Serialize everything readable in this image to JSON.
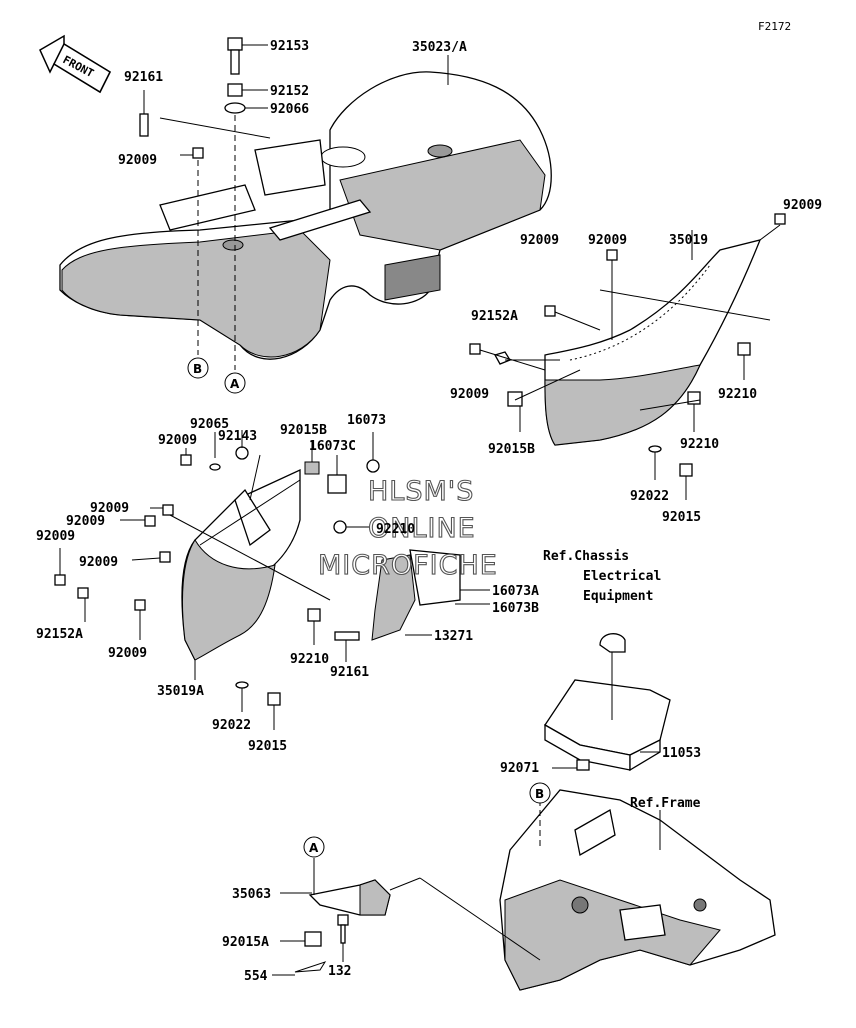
{
  "figure_code": "F2172",
  "direction_label": "FRONT",
  "watermark": [
    "HLSM'S",
    "ONLINE",
    "MICROFICHE"
  ],
  "ref_labels": {
    "chassis_electrical": [
      "Ref.Chassis",
      "Electrical",
      "Equipment"
    ],
    "frame": "Ref.Frame"
  },
  "callouts": {
    "A": "A",
    "B": "B"
  },
  "part_numbers": {
    "p92153": "92153",
    "p92152_top": "92152",
    "p92066": "92066",
    "p35023A": "35023/A",
    "p92161_top": "92161",
    "p92009_top": "92009",
    "p92009_r1": "92009",
    "p92009_r2": "92009",
    "p35019": "35019",
    "p92009_r3": "92009",
    "p92152A_r": "92152A",
    "p92009_r4": "92009",
    "p92015B_r": "92015B",
    "p92210_r1": "92210",
    "p92210_r2": "92210",
    "p92022_r": "92022",
    "p92015_r": "92015",
    "p92143": "92143",
    "p92065": "92065",
    "p92009_l1": "92009",
    "p92015B_l": "92015B",
    "p16073": "16073",
    "p16073C": "16073C",
    "p92009_l2": "92009",
    "p92009_l3": "92009",
    "p92009_l4": "92009",
    "p92009_l5": "92009",
    "p92152A_l": "92152A",
    "p92009_l6": "92009",
    "p92210_l1": "92210",
    "p16073A": "16073A",
    "p16073B": "16073B",
    "p13271": "13271",
    "p92210_l2": "92210",
    "p92161_l": "92161",
    "p35019A": "35019A",
    "p92022_l": "92022",
    "p92015_l": "92015",
    "p11053": "11053",
    "p92071": "92071",
    "p35063": "35063",
    "p92015A": "92015A",
    "p132": "132",
    "p554": "554"
  }
}
